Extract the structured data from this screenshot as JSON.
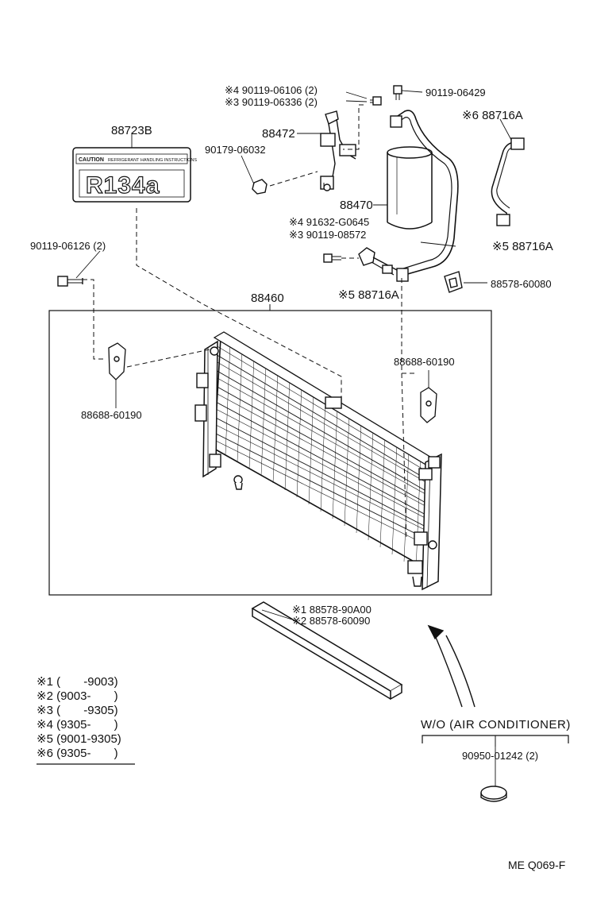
{
  "parts": {
    "p1": "※4 90119-06106 (2)",
    "p2": "※3 90119-06336 (2)",
    "p3": "90119-06429",
    "p4": "88723B",
    "p5": "88472",
    "p6": "90179-06032",
    "p7": "※6 88716A",
    "p8": "88470",
    "p9": "※4 91632-G0645",
    "p10": "※3 90119-08572",
    "p11": "90119-06126 (2)",
    "p12": "※5 88716A",
    "p13": "88460",
    "p14": "※5 88716A",
    "p15": "88578-60080",
    "p16": "88688-60190",
    "p17": "88688-60190",
    "p18": "※1 88578-90A00",
    "p19": "※2 88578-60090",
    "p20": "90950-01242 (2)"
  },
  "legend": [
    "※1 (       -9003)",
    "※2 (9003-       )",
    "※3 (       -9305)",
    "※4 (9305-       )",
    "※5 (9001-9305)",
    "※6 (9305-       )"
  ],
  "note": "W/O (AIR CONDITIONER)",
  "reference": "ME Q069-F",
  "sticker": {
    "caution": "CAUTION",
    "warning_line": "REFRIGERANT HANDLING INSTRUCTIONS",
    "code": "R134a"
  }
}
